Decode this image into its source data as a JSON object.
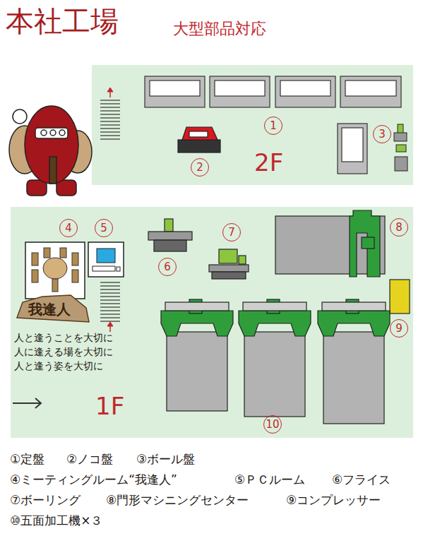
{
  "diagram": {
    "title": "本社工場",
    "nodes": [
      {
        "text": [
          "2F"
        ]
      },
      {
        "text": [
          "1F"
        ]
      }
    ],
    "labels": [
      "大型部品対応",
      "1",
      "2",
      "3",
      "4",
      "5",
      "6",
      "7",
      "8",
      "9",
      "10",
      "我逢人",
      "人と逢うことを大切に",
      "人に逢える場を大切に",
      "人と逢う姿を大切に",
      "①定盤",
      "②ノコ盤",
      "③ボール盤",
      "④ミーティングルーム“我逢人”",
      "⑤ＰＣルーム",
      "⑥フライス",
      "⑦ボーリング",
      "⑧門形マシニングセンター",
      "⑨コンプレッサー",
      "⑩五面加工機×３"
    ]
  }
}
